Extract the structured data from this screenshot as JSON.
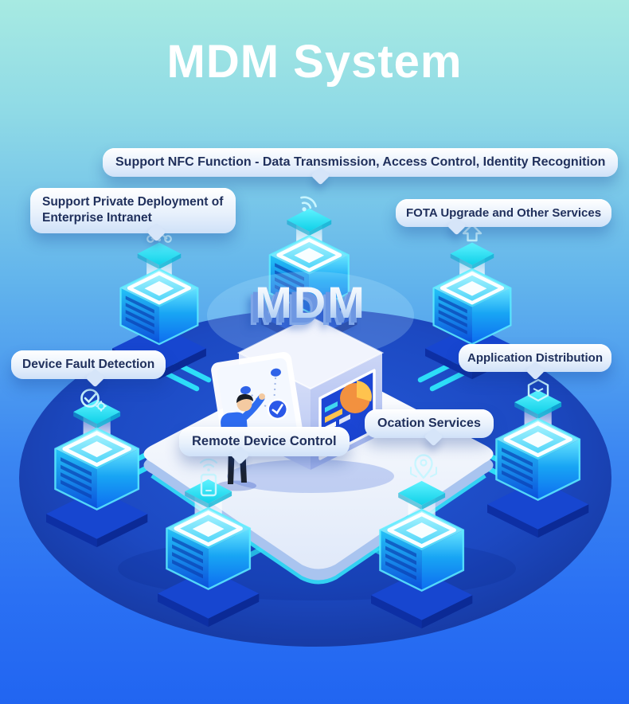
{
  "title": "MDM System",
  "center_label": "MDM",
  "callouts": {
    "nfc": {
      "label": "Support NFC Function - Data Transmission, Access Control, Identity Recognition"
    },
    "private_deployment": {
      "label": "Support Private Deployment of Enterprise Intranet"
    },
    "fota": {
      "label": "FOTA Upgrade and Other Services"
    },
    "device_fault": {
      "label": "Device Fault Detection"
    },
    "app_distribution": {
      "label": "Application Distribution"
    },
    "remote_control": {
      "label": "Remote Device Control"
    },
    "location": {
      "label": "Ocation Services"
    }
  },
  "icons": {
    "nfc": "wifi-signal-icon",
    "private_deployment": "network-nodes-icon",
    "fota": "upload-arrow-icon",
    "device_fault": "check-gear-icon",
    "app_distribution": "hexagon-package-icon",
    "remote_control": "phone-wifi-icon",
    "location": "location-pin-icon"
  },
  "colors": {
    "background_top": "#a7eae2",
    "background_bottom": "#2165f1",
    "accent_cyan": "#2ee5fb",
    "server_blue": "#0a55e6",
    "ellipse_blue": "#1c49c2",
    "bubble_text": "#20305c",
    "pie_orange": "#f2913f",
    "pie_yellow": "#ffc34e"
  }
}
